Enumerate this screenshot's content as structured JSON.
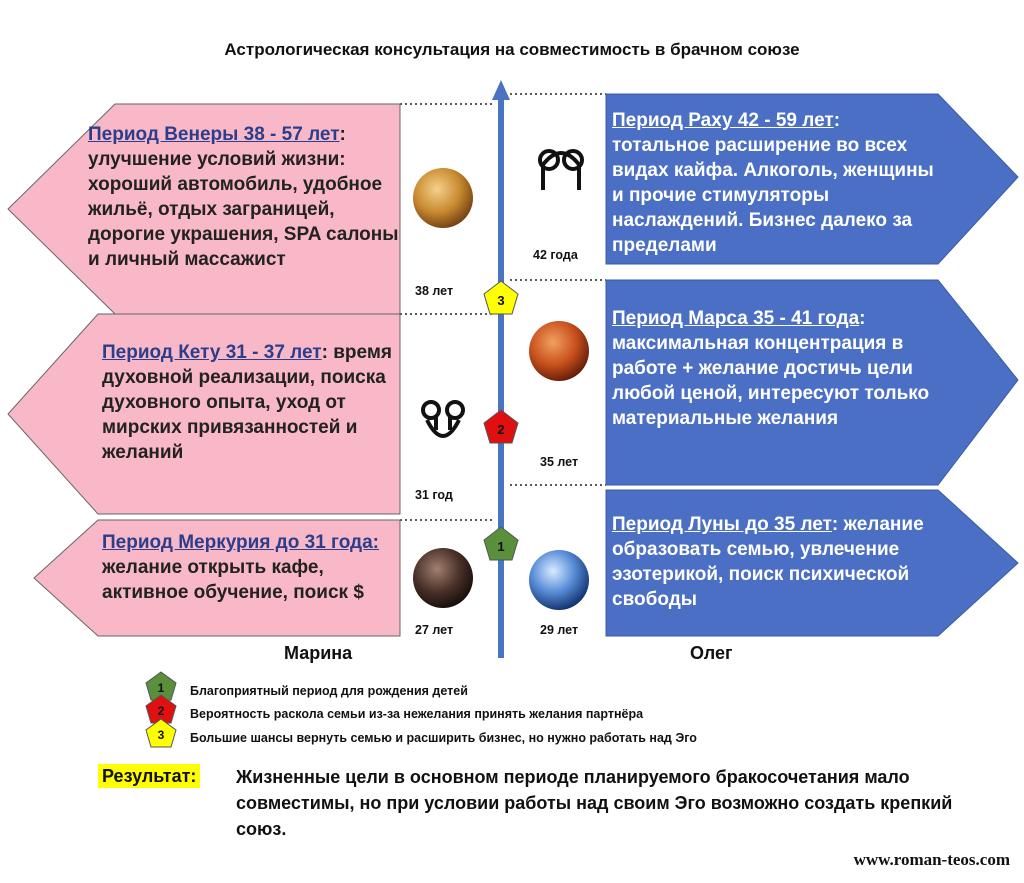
{
  "title": "Астрологическая консультация на совместимость в брачном союзе",
  "marina": {
    "name": "Марина",
    "periods": [
      {
        "heading": "Период Венеры 38 - 57 лет",
        "colon": ":",
        "text": "улучшение условий жизни: хороший автомобиль, удобное жильё, отдых заграницей, дорогие украшения, SPA салоны и личный массажист",
        "age": "38 лет"
      },
      {
        "heading": "Период Кету 31 - 37 лет",
        "colon": ":",
        "text": "время духовной реализации, поиска духовного опыта, уход от мирских привязанностей и желаний",
        "age": "31 год"
      },
      {
        "heading": "Период Меркурия до 31 года:",
        "text": "желание открыть кафе, активное обучение, поиск $",
        "age": "27 лет"
      }
    ]
  },
  "oleg": {
    "name": "Олег",
    "periods": [
      {
        "heading": "Период Раху 42 - 59 лет",
        "colon": ":",
        "text": "тотальное расширение во всех видах кайфа. Алкоголь, женщины и прочие стимуляторы наслаждений. Бизнес далеко за пределами",
        "age": "42 года"
      },
      {
        "heading": "Период Марса 35 - 41 года",
        "colon": ":",
        "text": "максимальная концентрация в работе + желание достичь цели любой ценой, интересуют только материальные желания",
        "age": "35 лет"
      },
      {
        "heading": "Период Луны до 35 лет",
        "colon": ":",
        "text": "желание образовать семью, увлечение эзотерикой, поиск психической свободы",
        "age": "29 лет"
      }
    ]
  },
  "markers": [
    {
      "num": "1",
      "color": "#5a8f3c"
    },
    {
      "num": "2",
      "color": "#e01010"
    },
    {
      "num": "3",
      "color": "#ffff00"
    }
  ],
  "legend": [
    {
      "num": "1",
      "text": "Благоприятный период для рождения детей"
    },
    {
      "num": "2",
      "text": "Вероятность раскола семьи из-за нежелания принять желания партнёра"
    },
    {
      "num": "3",
      "text": "Большие шансы вернуть семью и расширить бизнес, но нужно работать над Эго"
    }
  ],
  "result": {
    "label": "Результат:",
    "text": "Жизненные цели в основном периоде планируемого бракосочетания мало совместимы, но при условии работы над своим Эго возможно создать крепкий союз."
  },
  "website": "www.roman-teos.com",
  "colors": {
    "pink": "#f8b8c8",
    "blue": "#4a6fc4",
    "axis": "#4a74c0",
    "heading_left": "#2a3e8c"
  }
}
